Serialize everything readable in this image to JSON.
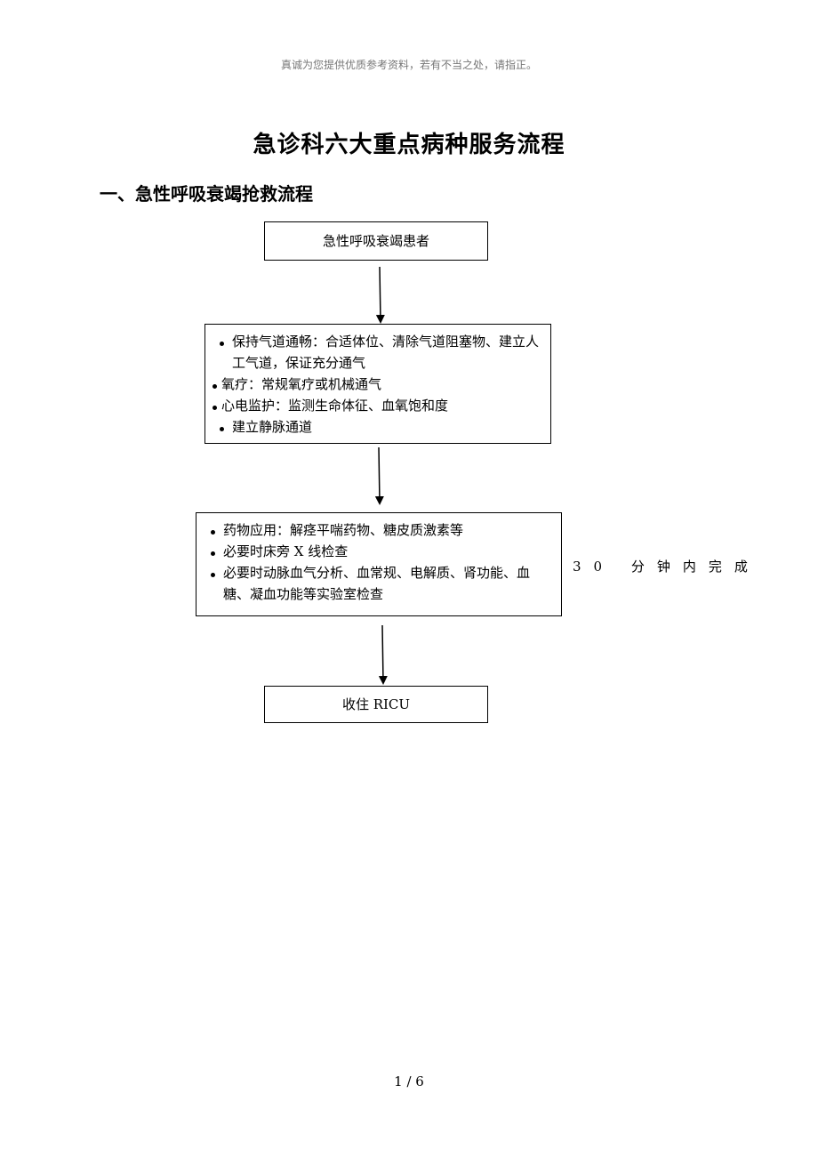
{
  "header_note": "真诚为您提供优质参考资料，若有不当之处，请指正。",
  "title": "急诊科六大重点病种服务流程",
  "section_title": "一、急性呼吸衰竭抢救流程",
  "flow": {
    "step1": "急性呼吸衰竭患者",
    "step2_items": [
      "保持气道通畅：合适体位、清除气道阻塞物、建立人工气道，保证充分通气",
      "氧疗：常规氧疗或机械通气",
      "心电监护：监测生命体征、血氧饱和度",
      "建立静脉通道"
    ],
    "step3_items": [
      "药物应用：解痉平喘药物、糖皮质激素等",
      "必要时床旁 X 线检查",
      "必要时动脉血气分析、血常规、电解质、肾功能、血糖、凝血功能等实验室检查"
    ],
    "step4": "收住 RICU"
  },
  "side_note": "30 分钟内完成",
  "page_number": "1 / 6"
}
